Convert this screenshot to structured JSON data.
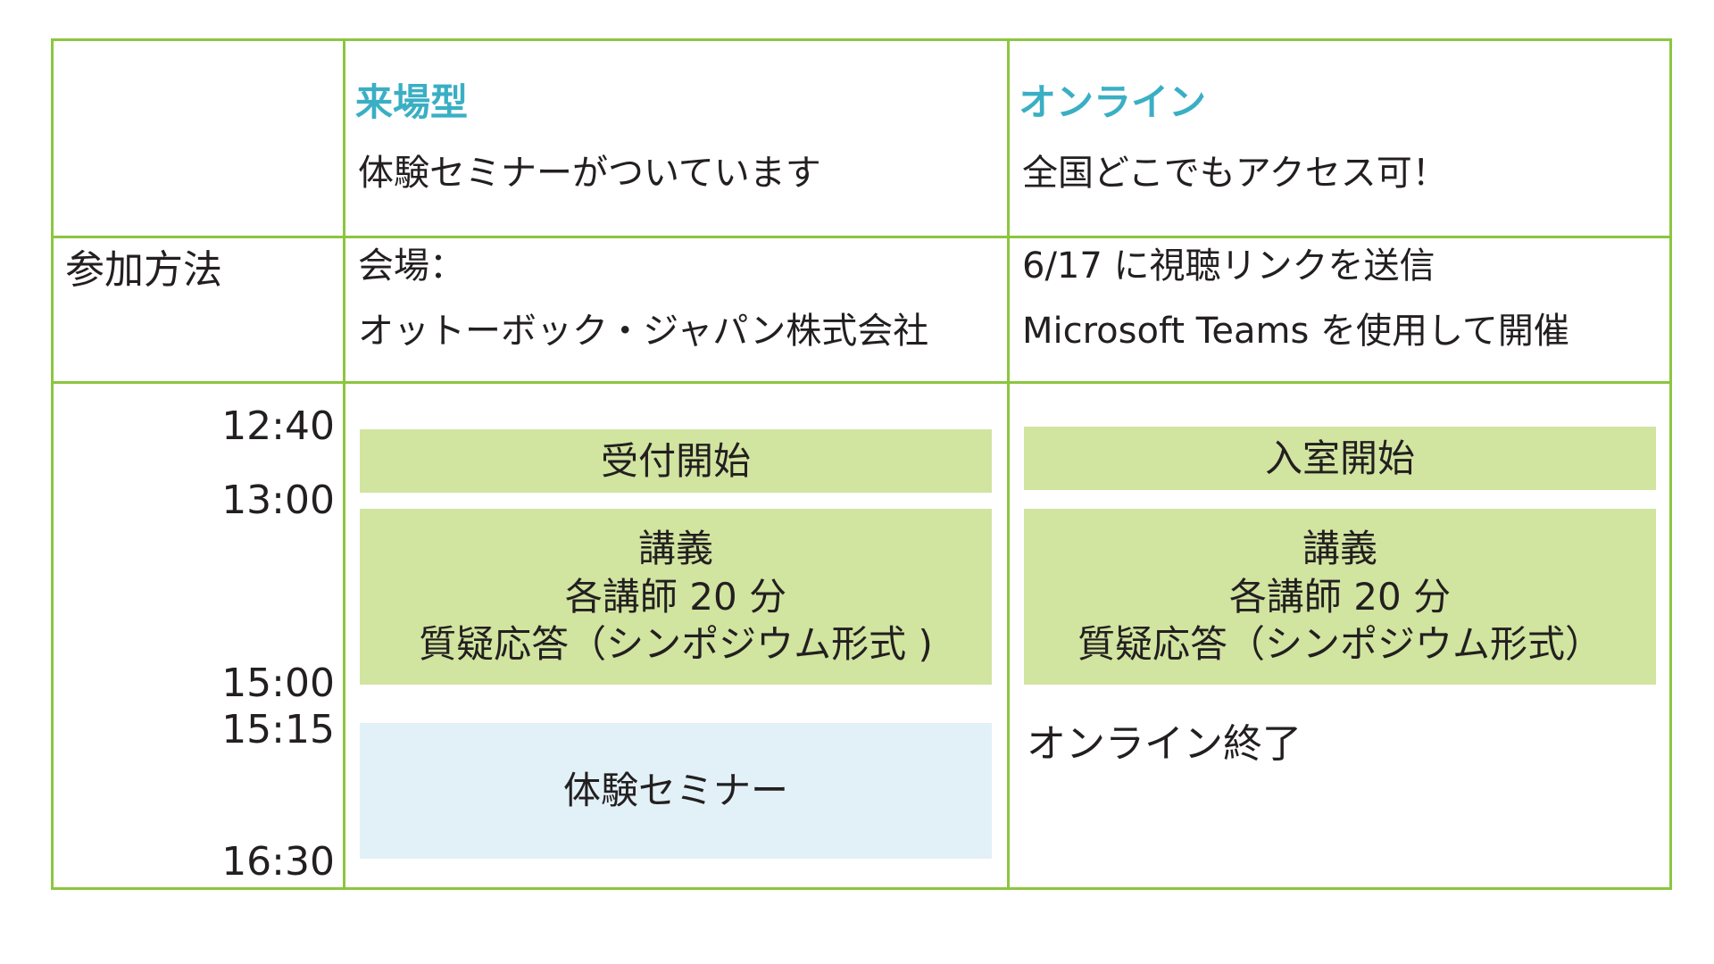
{
  "header": {
    "venue": {
      "title": "来場型",
      "subtitle": "体験セミナーがついています"
    },
    "online": {
      "title": "オンライン",
      "subtitle": "全国どこでもアクセス可！"
    }
  },
  "method": {
    "label": "参加方法",
    "venue_line1": "会場：",
    "venue_line2": "オットーボック・ジャパン株式会社",
    "online_line1": "6/17 に視聴リンクを送信",
    "online_line2": "Microsoft Teams を使用して開催"
  },
  "times": [
    "12:40",
    "13:00",
    "15:00",
    "15:15",
    "16:30"
  ],
  "venue_schedule": {
    "reception": "受付開始",
    "lecture_title": "講義",
    "lecture_line2": "各講師 20 分",
    "lecture_line3": "質疑応答（シンポジウム形式 )",
    "seminar": "体験セミナー"
  },
  "online_schedule": {
    "entry": "入室開始",
    "lecture_title": "講義",
    "lecture_line2": "各講師 20 分",
    "lecture_line3": "質疑応答（シンポジウム形式）",
    "end": "オンライン終了"
  },
  "colors": {
    "border": "#8cc63f",
    "heading": "#3aafc4",
    "green_block": "#d1e4a0",
    "blue_block": "#e2f1f7"
  }
}
